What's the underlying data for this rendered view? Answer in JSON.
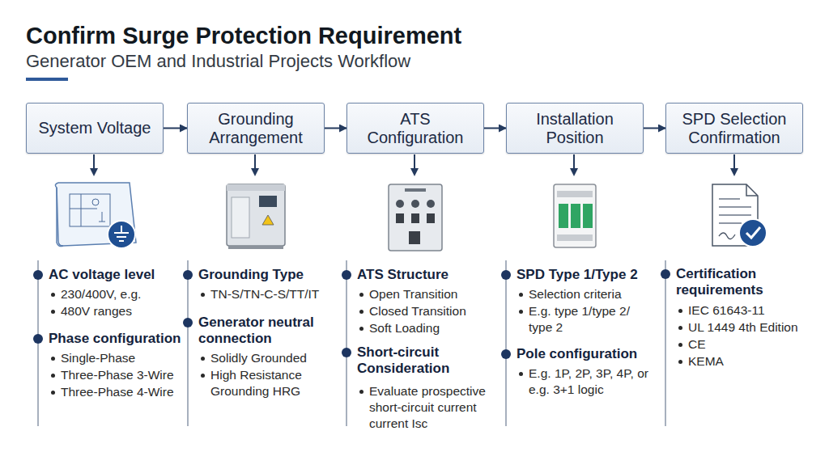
{
  "diagram": {
    "title": "Confirm Surge Protection Requirement",
    "nodes": [
      {
        "text": [
          "System Voltage"
        ]
      },
      {
        "text": [
          "Grounding Arrangement"
        ]
      },
      {
        "text": [
          "ATS Configuration"
        ]
      },
      {
        "text": [
          "Installation Position"
        ]
      },
      {
        "text": [
          "SPD Selection Confirmation"
        ]
      }
    ],
    "edges": [
      {
        "from": 0,
        "to": 1,
        "arrow": "to"
      },
      {
        "from": 1,
        "to": 2,
        "arrow": "to"
      },
      {
        "from": 2,
        "to": 3,
        "arrow": "to"
      },
      {
        "from": 3,
        "to": 4,
        "arrow": "to"
      }
    ],
    "labels": [
      "Generator OEM and Industrial Projects Workflow",
      "AC voltage level",
      "230/400V, e.g.",
      "480V ranges",
      "Phase configuration",
      "Single-Phase",
      "Three-Phase 3-Wire",
      "Three-Phase 4-Wire",
      "Grounding Type",
      "TN-S/TN-C-S/TT/IT",
      "Generator neutral connection",
      "Solidly Grounded",
      "High Resistance Grounding HRG",
      "ATS Structure",
      "Open Transition",
      "Closed Transition",
      "Soft Loading",
      "Short-circuit Consideration",
      "Evaluate prospective short-circuit current current Isc",
      "SPD Type 1/Type 2",
      "Selection criteria",
      "E.g. type 1/type 2/ type 2",
      "Pole configuration",
      "E.g. 1P, 2P, 3P, 4P, or e.g. 3+1 logic",
      "Certification requirements",
      "IEC 61643-11",
      "UL 1449 4th Edition",
      "CE",
      "KEMA"
    ]
  }
}
